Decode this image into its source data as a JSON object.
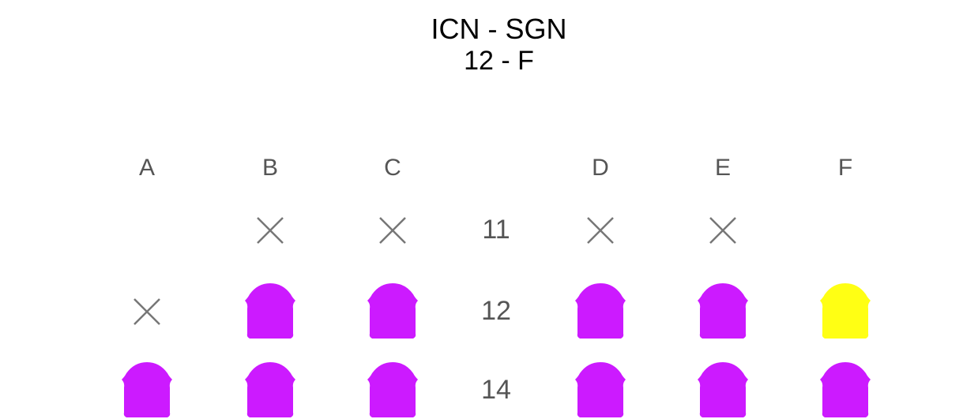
{
  "header": {
    "route": "ICN - SGN",
    "selected_seat": "12 - F"
  },
  "columns": [
    "A",
    "B",
    "C",
    "D",
    "E",
    "F"
  ],
  "colors": {
    "available": "#cc1aff",
    "selected": "#ffff14",
    "unavailable": "#777777"
  },
  "rows": [
    {
      "number": "11",
      "seats": [
        "none",
        "x",
        "x",
        "x",
        "x",
        "none"
      ]
    },
    {
      "number": "12",
      "seats": [
        "x",
        "available",
        "available",
        "available",
        "available",
        "selected"
      ]
    },
    {
      "number": "14",
      "seats": [
        "available",
        "available",
        "available",
        "available",
        "available",
        "available"
      ]
    }
  ]
}
